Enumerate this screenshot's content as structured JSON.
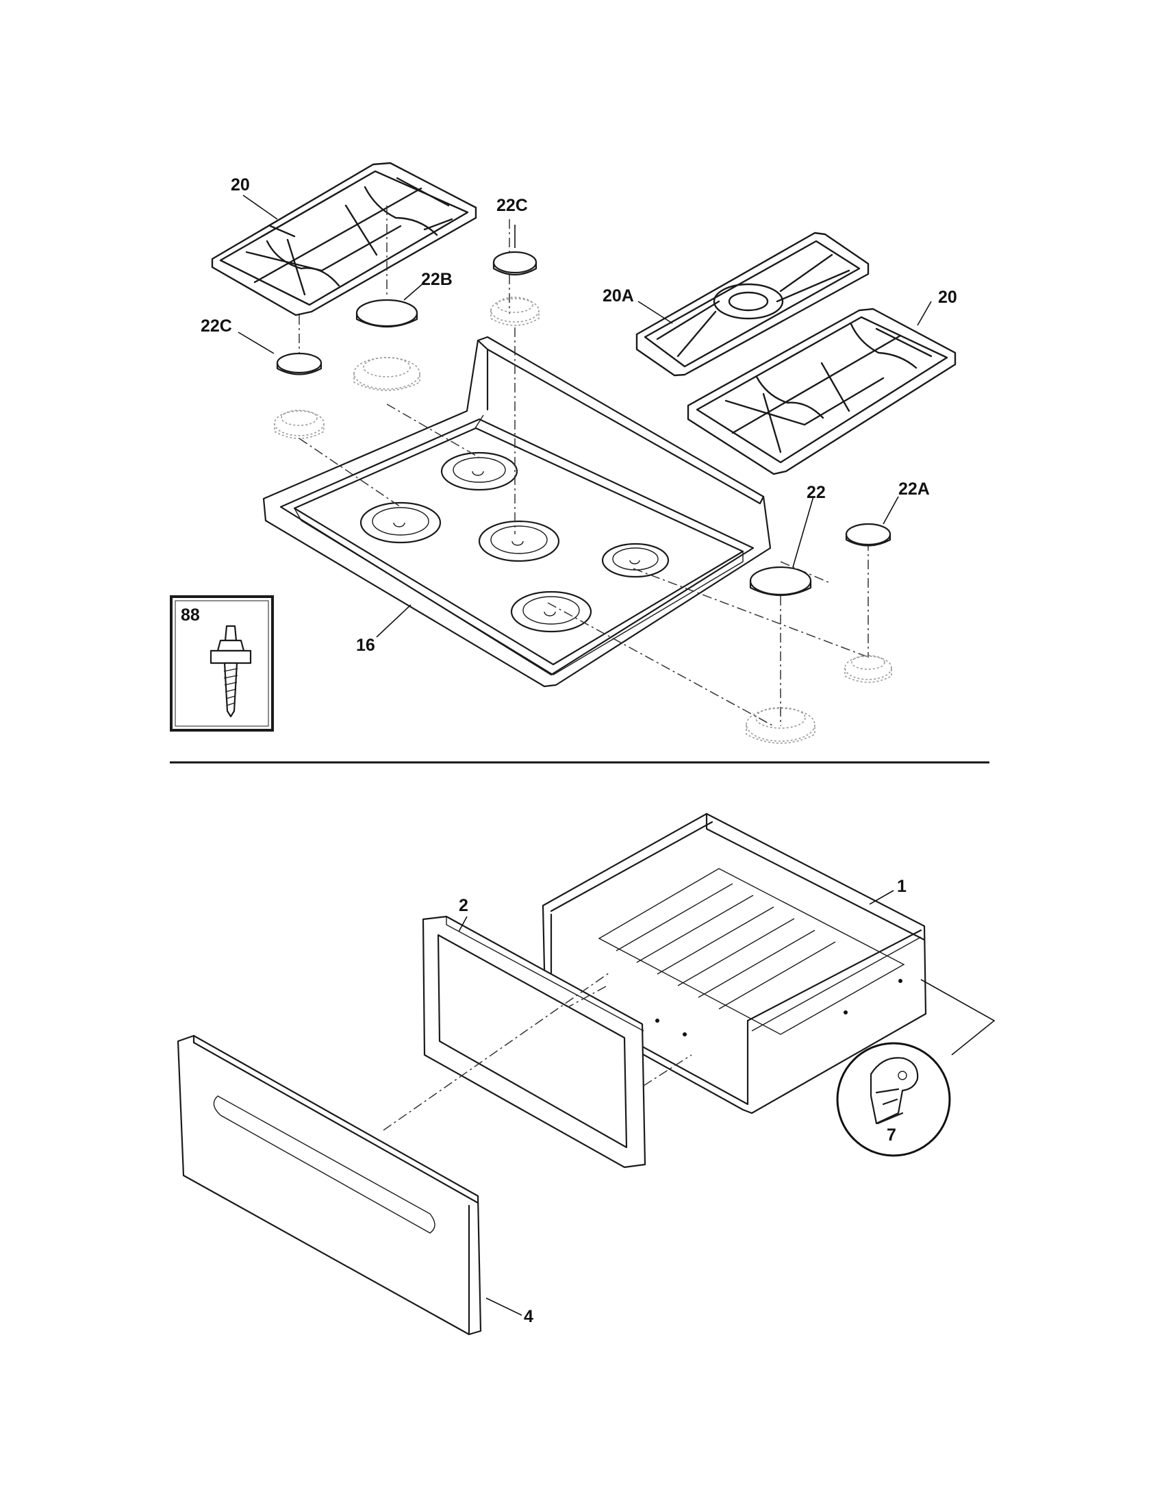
{
  "callouts": {
    "c20_left": "20",
    "c22c_top": "22C",
    "c22b": "22B",
    "c22c_left": "22C",
    "c20a": "20A",
    "c20_right": "20",
    "c22": "22",
    "c22a": "22A",
    "c16": "16",
    "c88": "88",
    "c1": "1",
    "c2": "2",
    "c4": "4",
    "c7": "7"
  }
}
